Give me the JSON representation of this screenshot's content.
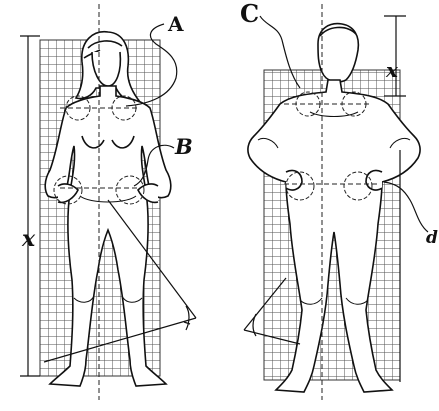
{
  "figure": {
    "labels": {
      "a": "A",
      "b": "B",
      "c": "C",
      "d": "d",
      "x_left": "x",
      "x_right": "x"
    },
    "figures": [
      {
        "name": "female-figure"
      },
      {
        "name": "male-figure"
      }
    ],
    "colors": {
      "ink": "#111111",
      "grid": "#333333",
      "paper": "#ffffff"
    }
  }
}
